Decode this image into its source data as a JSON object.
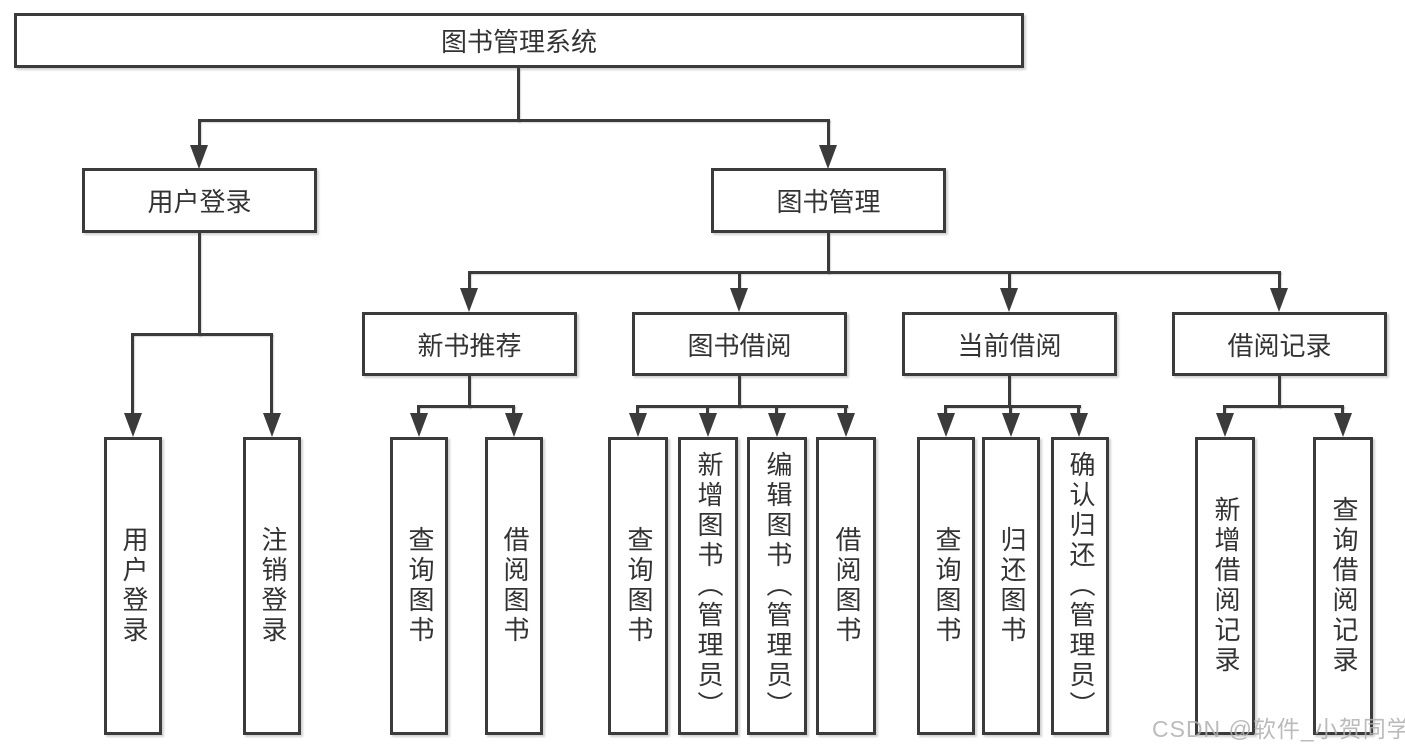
{
  "diagram_title": "图书管理系统",
  "tree": {
    "root": {
      "label": "图书管理系统"
    },
    "children": [
      {
        "label": "用户登录",
        "children": [
          {
            "label": "用户登录"
          },
          {
            "label": "注销登录"
          }
        ]
      },
      {
        "label": "图书管理",
        "children": [
          {
            "label": "新书推荐",
            "children": [
              {
                "label": "查询图书"
              },
              {
                "label": "借阅图书"
              }
            ]
          },
          {
            "label": "图书借阅",
            "children": [
              {
                "label": "查询图书"
              },
              {
                "label": "新增图书（管理员）"
              },
              {
                "label": "编辑图书（管理员）"
              },
              {
                "label": "借阅图书"
              }
            ]
          },
          {
            "label": "当前借阅",
            "children": [
              {
                "label": "查询图书"
              },
              {
                "label": "归还图书"
              },
              {
                "label": "确认归还（管理员）"
              }
            ]
          },
          {
            "label": "借阅记录",
            "children": [
              {
                "label": "新增借阅记录"
              },
              {
                "label": "查询借阅记录"
              }
            ]
          }
        ]
      }
    ]
  },
  "watermark": {
    "text": "CSDN @软件_小贺同学"
  },
  "colors": {
    "line": "#3b3b3b",
    "text": "#333333",
    "box_background": "#ffffff",
    "page_background": "#ffffff",
    "watermark": "#b0b0b0"
  }
}
